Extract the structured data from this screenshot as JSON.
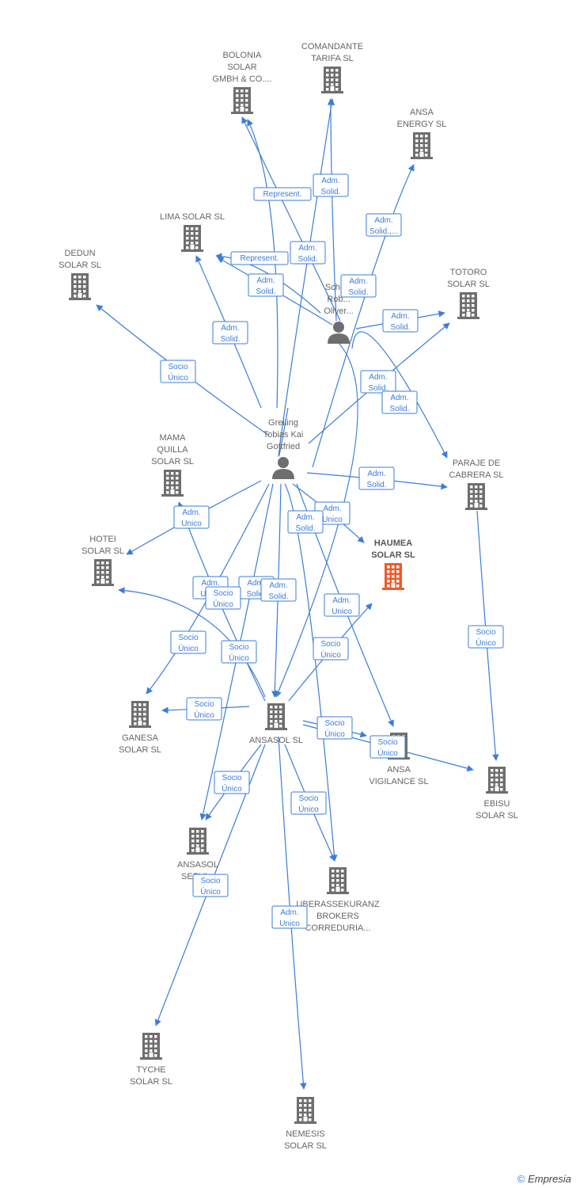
{
  "colors": {
    "edge": "#3b7dd8",
    "node": "#6e6e6e",
    "highlight": "#f05a28"
  },
  "footer": {
    "copyright": "©",
    "brand": "Empresia"
  },
  "nodes": [
    {
      "id": "bolonia",
      "kind": "company",
      "label": [
        "BOLONIA",
        "SOLAR",
        "GMBH & CO...."
      ]
    },
    {
      "id": "comandante",
      "kind": "company",
      "label": [
        "COMANDANTE",
        "TARIFA  SL"
      ]
    },
    {
      "id": "ansa_energy",
      "kind": "company",
      "label": [
        "ANSA",
        "ENERGY SL"
      ]
    },
    {
      "id": "lima",
      "kind": "company",
      "label": [
        "LIMA SOLAR SL"
      ]
    },
    {
      "id": "dedun",
      "kind": "company",
      "label": [
        "DEDUN",
        "SOLAR  SL"
      ]
    },
    {
      "id": "totoro",
      "kind": "company",
      "label": [
        "TOTORO",
        "SOLAR SL"
      ]
    },
    {
      "id": "scho",
      "kind": "person",
      "label": [
        "Scho...",
        "Rob...",
        "Oliver..."
      ]
    },
    {
      "id": "greiling",
      "kind": "person",
      "label": [
        "Greiling",
        "Tobias Kai",
        "Gottfried"
      ]
    },
    {
      "id": "mama",
      "kind": "company",
      "label": [
        "MAMA",
        "QUILLA",
        "SOLAR  SL"
      ]
    },
    {
      "id": "paraje",
      "kind": "company",
      "label": [
        "PARAJE DE",
        "CABRERA SL"
      ]
    },
    {
      "id": "haumea",
      "kind": "company",
      "highlight": true,
      "label": [
        "HAUMEA",
        "SOLAR  SL"
      ]
    },
    {
      "id": "hotei",
      "kind": "company",
      "label": [
        "HOTEI",
        "SOLAR  SL"
      ]
    },
    {
      "id": "ganesa",
      "kind": "company",
      "label": [
        "GANESA",
        "SOLAR  SL"
      ]
    },
    {
      "id": "ansasol",
      "kind": "company",
      "label": [
        "ANSASOL SL"
      ]
    },
    {
      "id": "ansa_vig",
      "kind": "company",
      "label": [
        "ANSA",
        "VIGILANCE  SL"
      ]
    },
    {
      "id": "ebisu",
      "kind": "company",
      "label": [
        "EBISU",
        "SOLAR  SL"
      ]
    },
    {
      "id": "ansasol_serv",
      "kind": "company",
      "label": [
        "ANSASOL",
        "SERVI..."
      ]
    },
    {
      "id": "uberassek",
      "kind": "company",
      "label": [
        "UBERASSEKURANZ",
        "BROKERS",
        "CORREDURIA..."
      ]
    },
    {
      "id": "tyche",
      "kind": "company",
      "label": [
        "TYCHE",
        "SOLAR  SL"
      ]
    },
    {
      "id": "nemesis",
      "kind": "company",
      "label": [
        "NEMESIS",
        "SOLAR  SL"
      ]
    }
  ],
  "edges": [
    {
      "from": "greiling",
      "to": "bolonia",
      "label": [
        "Represent."
      ]
    },
    {
      "from": "scho",
      "to": "bolonia",
      "label": [
        "Adm.",
        "Solid."
      ]
    },
    {
      "from": "greiling",
      "to": "comandante",
      "label": [
        "Adm.",
        "Solid."
      ]
    },
    {
      "from": "scho",
      "to": "comandante",
      "label": [
        "Adm.",
        "Solid."
      ]
    },
    {
      "from": "greiling",
      "to": "ansa_energy",
      "label": [
        "Adm.",
        "Solid.,..."
      ]
    },
    {
      "from": "scho",
      "to": "lima",
      "label": [
        "Represent."
      ]
    },
    {
      "from": "greiling",
      "to": "lima",
      "label": [
        "Adm.",
        "Solid."
      ]
    },
    {
      "from": "scho",
      "to": "lima",
      "label": [
        "Adm.",
        "Solid."
      ]
    },
    {
      "from": "greiling",
      "to": "dedun",
      "label": [
        "Socio",
        "Único"
      ]
    },
    {
      "from": "scho",
      "to": "totoro",
      "label": [
        "Adm.",
        "Solid."
      ]
    },
    {
      "from": "greiling",
      "to": "totoro",
      "label": [
        "Adm.",
        "Solid."
      ]
    },
    {
      "from": "scho",
      "to": "paraje",
      "label": [
        "Adm.",
        "Solid."
      ]
    },
    {
      "from": "greiling",
      "to": "paraje",
      "label": [
        "Adm.",
        "Solid."
      ]
    },
    {
      "from": "paraje",
      "to": "ebisu",
      "label": [
        "Socio",
        "Único"
      ]
    },
    {
      "from": "greiling",
      "to": "hotei",
      "label": [
        "Adm.",
        "Unico"
      ]
    },
    {
      "from": "ansasol",
      "to": "mama",
      "label": [
        "Adm.",
        "Unico"
      ]
    },
    {
      "from": "greiling",
      "to": "ganesa",
      "label": [
        "Socio",
        "Único"
      ]
    },
    {
      "from": "ansasol",
      "to": "hotei",
      "label": [
        "Socio",
        "Único"
      ]
    },
    {
      "from": "greiling",
      "to": "ansasol",
      "label": [
        "Adm.",
        "Solid."
      ]
    },
    {
      "from": "scho",
      "to": "ansasol",
      "label": [
        "Adm.",
        "Solid."
      ]
    },
    {
      "from": "greiling",
      "to": "haumea",
      "label": [
        "Adm.",
        "Unico"
      ]
    },
    {
      "from": "ansasol",
      "to": "haumea",
      "label": [
        "Socio",
        "Único"
      ]
    },
    {
      "from": "greiling",
      "to": "ansa_vig",
      "label": [
        "Adm.",
        "Unico"
      ]
    },
    {
      "from": "greiling",
      "to": "uberassek",
      "label": [
        "Adm.",
        "Solid."
      ]
    },
    {
      "from": "ansasol",
      "to": "ganesa",
      "label": [
        "Socio",
        "Único"
      ]
    },
    {
      "from": "ansasol",
      "to": "ansa_vig",
      "label": [
        "Socio",
        "Único"
      ]
    },
    {
      "from": "ansasol",
      "to": "ebisu",
      "label": [
        "Socio",
        "Único"
      ]
    },
    {
      "from": "ansasol",
      "to": "ansasol_serv",
      "label": [
        "Socio",
        "Único"
      ]
    },
    {
      "from": "ansasol",
      "to": "uberassek",
      "label": [
        "Socio",
        "Único"
      ]
    },
    {
      "from": "ansasol",
      "to": "tyche",
      "label": [
        "Socio",
        "Único"
      ]
    },
    {
      "from": "ansasol",
      "to": "nemesis",
      "label": [
        "Socio",
        "Único"
      ]
    },
    {
      "from": "greiling",
      "to": "ansasol_serv",
      "label": [
        "Adm.",
        "Unico"
      ]
    }
  ]
}
